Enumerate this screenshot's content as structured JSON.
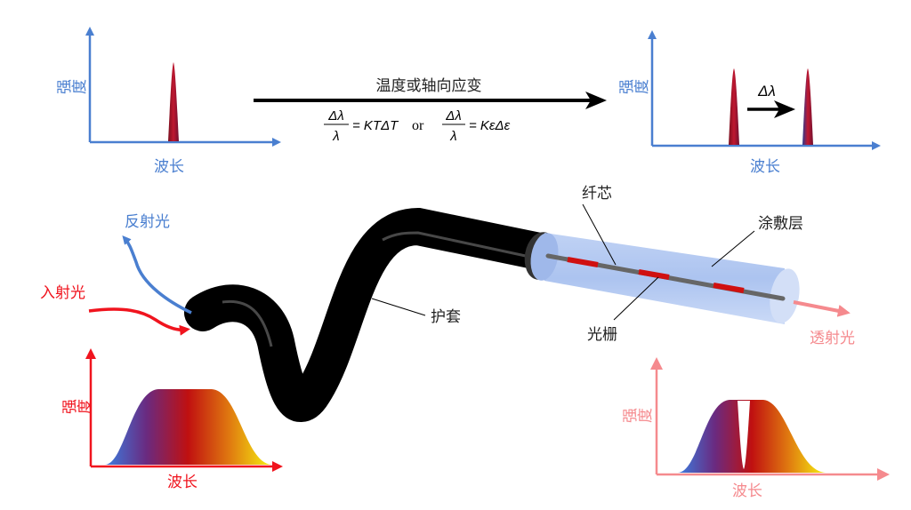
{
  "top_left_chart": {
    "ylabel": "强度",
    "xlabel": "波长"
  },
  "top_right_chart": {
    "ylabel": "强度",
    "xlabel": "波长",
    "shift_label": "Δλ"
  },
  "process": {
    "label": "温度或轴向应变",
    "formula1_num": "Δλ",
    "formula1_den": "λ",
    "formula1_rhs": "= KTΔT",
    "or": "or",
    "formula2_num": "Δλ",
    "formula2_den": "λ",
    "formula2_rhs": "= KεΔε"
  },
  "labels": {
    "reflected": "反射光",
    "incident": "入射光",
    "jacket": "护套",
    "core": "纤芯",
    "coating": "涂敷层",
    "grating": "光栅",
    "transmitted": "透射光"
  },
  "bottom_left_chart": {
    "ylabel": "强度",
    "xlabel": "波长"
  },
  "bottom_right_chart": {
    "ylabel": "强度",
    "xlabel": "波长"
  },
  "colors": {
    "blue": "#4a7fd0",
    "red": "#f0141e",
    "pink": "#f58a8e",
    "black": "#000000"
  }
}
